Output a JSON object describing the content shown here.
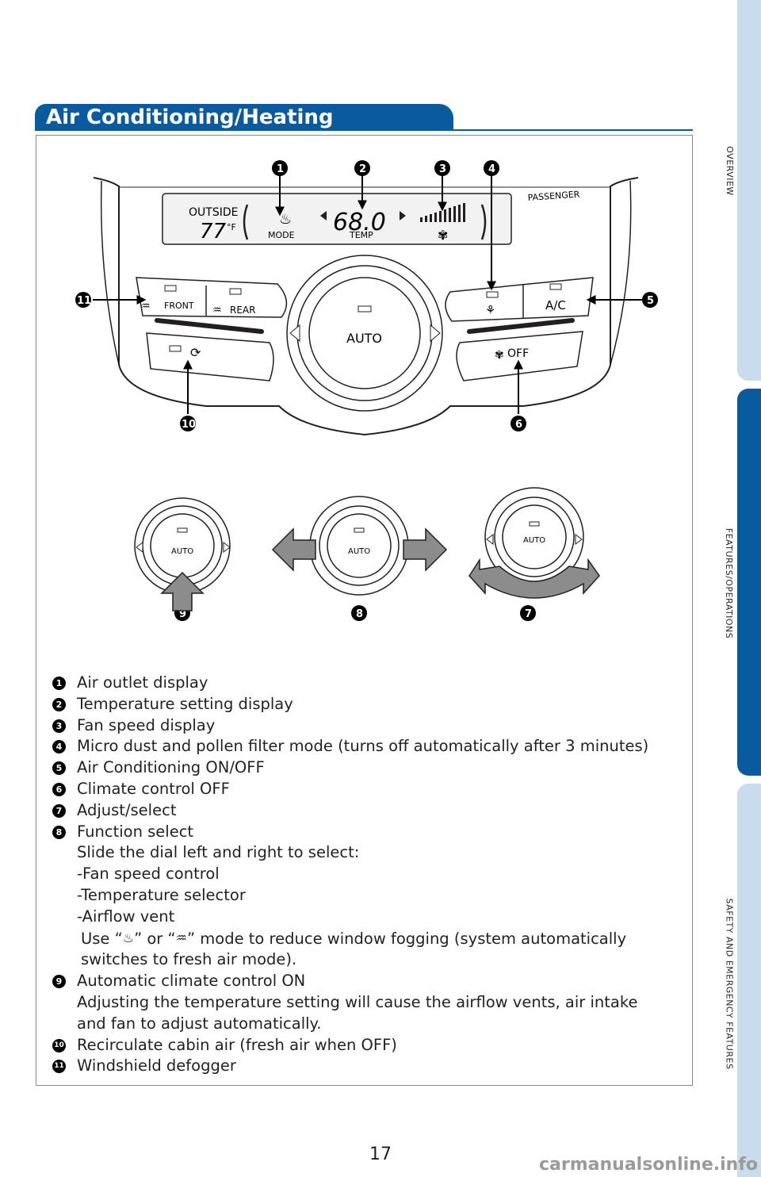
{
  "side_tabs": [
    "OVERVIEW",
    "FEATURES/OPERATIONS",
    "SAFETY AND EMERGENCY FEATURES"
  ],
  "header": {
    "title": "Air Conditioning/Heating"
  },
  "panel": {
    "outside_label": "OUTSIDE",
    "outside_temp": "77",
    "outside_unit": "°F",
    "mode_label": "MODE",
    "temp_value": "68.0",
    "temp_label": "TEMP",
    "passenger_label": "PASSENGER",
    "front_label": "FRONT",
    "rear_label": "REAR",
    "auto_label": "AUTO",
    "ac_label": "A/C",
    "off_label": "OFF"
  },
  "dials": {
    "auto_label": "AUTO"
  },
  "callouts": [
    "1",
    "2",
    "3",
    "4",
    "5",
    "6",
    "7",
    "8",
    "9",
    "10",
    "11"
  ],
  "items": [
    {
      "num": "1",
      "text": "Air outlet display"
    },
    {
      "num": "2",
      "text": "Temperature setting display"
    },
    {
      "num": "3",
      "text": "Fan speed display"
    },
    {
      "num": "4",
      "text": "Micro dust and pollen filter mode (turns off automatically after 3 minutes)"
    },
    {
      "num": "5",
      "text": "Air Conditioning ON/OFF"
    },
    {
      "num": "6",
      "text": "Climate control OFF"
    },
    {
      "num": "7",
      "text": "Adjust/select"
    },
    {
      "num": "8",
      "text": "Function select"
    }
  ],
  "function_select": {
    "intro": "Slide the dial left and right to select:",
    "options": [
      "-Fan speed control",
      "-Temperature selector",
      "-Airflow vent"
    ],
    "use_prefix": "Use “",
    "use_middle": "” or “",
    "use_suffix": "” mode to reduce window fogging (system automatically",
    "use_line2": "switches to fresh air mode)."
  },
  "items_after": [
    {
      "num": "9",
      "text": "Automatic climate control ON",
      "sub": [
        "Adjusting the temperature setting will cause the airflow vents, air intake",
        "and fan to adjust automatically."
      ]
    },
    {
      "num": "10",
      "text": "Recirculate cabin air (fresh air when OFF)"
    },
    {
      "num": "11",
      "text": "Windshield defogger"
    }
  ],
  "page_number": "17",
  "watermark": "carmanualsonline.info",
  "colors": {
    "brand_blue": "#0a5aa0",
    "tab_light": "#c9dced"
  }
}
